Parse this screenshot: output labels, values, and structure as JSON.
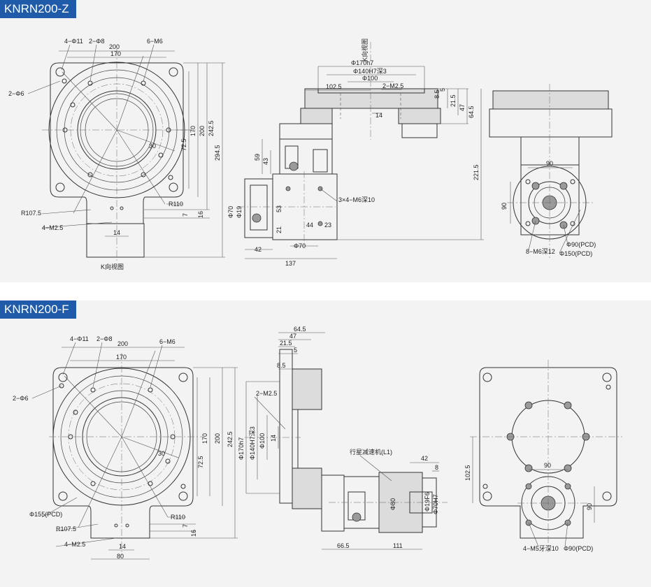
{
  "top": {
    "title": "KNRN200-Z",
    "labels": {
      "d200": "200",
      "d170": "170",
      "h4phi11": "4−Φ11",
      "h2phi8": "2−Φ8",
      "m6": "6−M6",
      "h2phi6": "2−Φ6",
      "v170": "170",
      "v200": "200",
      "v242": "242.5",
      "v294": "294.5",
      "v72": "72.5",
      "a30": "30",
      "r107": "R107.5",
      "r110": "R110",
      "m25": "4−M2.5",
      "d14": "14",
      "d7": "7",
      "d16": "16",
      "kview": "K向视图",
      "kview2": "K向视图",
      "phi170h7": "Φ170h7",
      "phi140": "Φ140H7深3",
      "phi100": "Φ100",
      "d102": "102.5",
      "m25b": "2−M2.5",
      "d8": "8.5",
      "d5": "5",
      "d21": "21.5",
      "d47": "47",
      "d64": "64.5",
      "d14b": "14",
      "d59": "59",
      "d43": "43",
      "d221": "221.5",
      "m6deep": "3×4−M6深10",
      "d53": "53",
      "d21b": "21",
      "d44": "44",
      "d23": "23",
      "phi70": "Φ70",
      "phi19": "Φ19",
      "phi70b": "Φ70",
      "d42": "42",
      "d137": "137",
      "d90": "90",
      "d90v": "90",
      "m6d12": "8−M6深12",
      "phi90": "Φ90(PCD)",
      "phi150": "Φ150(PCD)"
    }
  },
  "bottom": {
    "title": "KNRN200-F",
    "labels": {
      "h4phi11": "4−Φ11",
      "h2phi8": "2−Φ8",
      "d200": "200",
      "m6": "6−M6",
      "d170": "170",
      "h2phi6": "2−Φ6",
      "v170": "170",
      "v200": "200",
      "v242": "242.5",
      "v72": "72.5",
      "a30": "30",
      "phi155": "Φ155(PCD)",
      "r107": "R107.5",
      "r110": "R110",
      "m25": "4−M2.5",
      "d14": "14",
      "d7": "7",
      "d16": "16",
      "d80": "80",
      "d64": "64.5",
      "d47": "47",
      "d21": "21.5",
      "d5": "5",
      "d8": "8.5",
      "m25b": "2−M2.5",
      "phi170h7": "Φ170h7",
      "phi140": "Φ140H7深3",
      "phi100": "Φ100",
      "d14b": "14",
      "planetary": "行星减速机(L1)",
      "d42": "42",
      "d8b": "8",
      "phi80": "Φ80",
      "phi19f6": "Φ19F6",
      "phi70h7": "Φ70H7",
      "d66": "66.5",
      "d111": "111",
      "d102": "102.5",
      "d90": "90",
      "d90v": "90",
      "m5": "4−M5牙深10",
      "phi90": "Φ90(PCD)"
    }
  }
}
